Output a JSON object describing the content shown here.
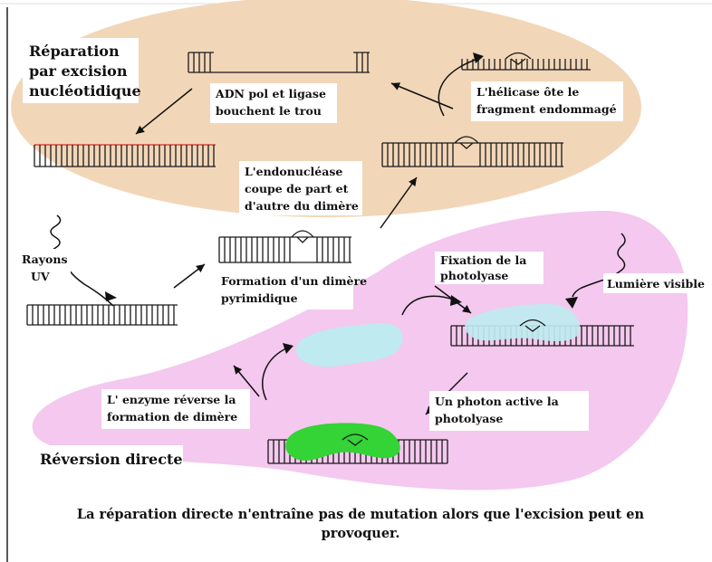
{
  "colors": {
    "excision_region": "#f2d6b8",
    "direct_region": "#f4c8ef",
    "photolyase_inactive": "#bfeaf0",
    "photolyase_active": "#34d336",
    "excised_gap_strand": "#d32f2f"
  },
  "titles": {
    "excision": [
      "Réparation",
      "par excision",
      "nucléotidique"
    ],
    "direct": "Réversion directe"
  },
  "labels": {
    "uv": [
      "Rayons",
      "UV"
    ],
    "dimer_formation": [
      "Formation d'un dimère",
      "pyrimidique"
    ],
    "endonuclease": [
      "L'endonucléase",
      "coupe de part et",
      "d'autre du dimère"
    ],
    "helicase": [
      "L'hélicase ôte le",
      "fragment endommagé"
    ],
    "polymerase_ligase": [
      "ADN pol et ligase",
      "bouchent le trou"
    ],
    "photolyase_binding": [
      "Fixation de la",
      "photolyase"
    ],
    "visible_light": "Lumière visible",
    "photon": [
      "Un photon active la",
      "photolyase"
    ],
    "enzyme_reverse": [
      "L' enzyme réverse la",
      "formation de dimère"
    ]
  },
  "caption": [
    "La réparation directe n'entraîne pas de mutation alors que l'excision peut en",
    "provoquer."
  ]
}
